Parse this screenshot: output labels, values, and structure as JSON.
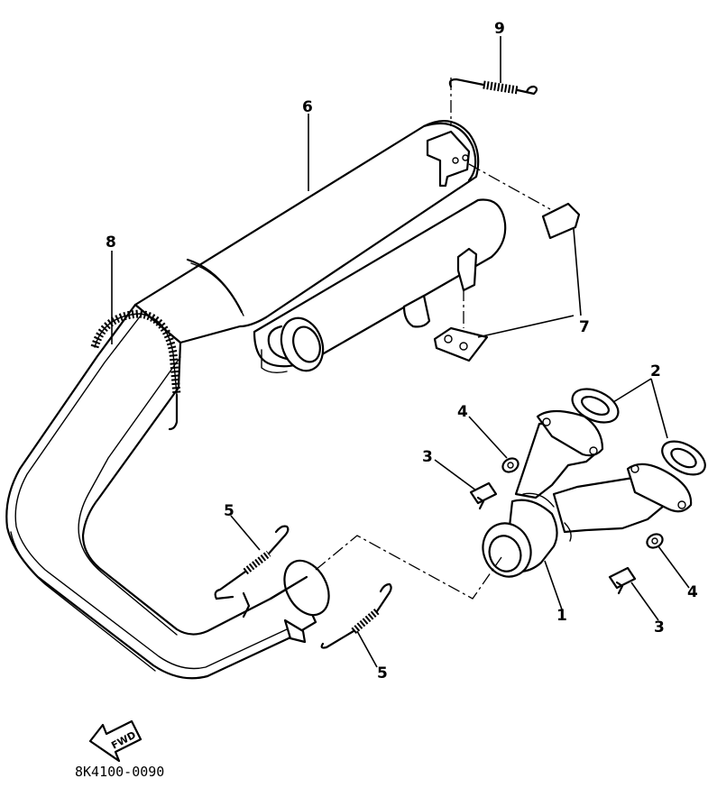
{
  "callouts": {
    "c1": "1",
    "c2": "2",
    "c3a": "3",
    "c3b": "3",
    "c4a": "4",
    "c4b": "4",
    "c5a": "5",
    "c5b": "5",
    "c6": "6",
    "c7": "7",
    "c8": "8",
    "c9": "9"
  },
  "direction_label": "FWD",
  "part_number": "8K4100-0090"
}
